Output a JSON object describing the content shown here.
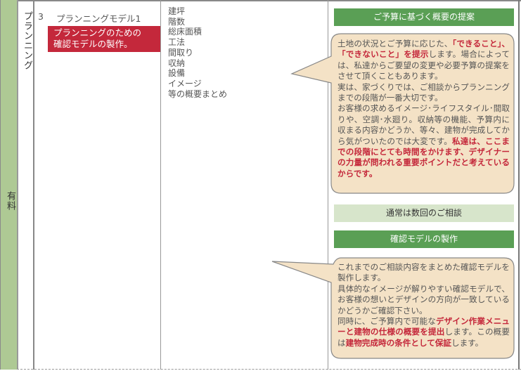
{
  "category": "有料",
  "phase": "プランニング",
  "step": {
    "number": "3",
    "title": "プランニングモデル1",
    "highlight_lines": [
      "プランニングのための",
      "確認モデルの製作。"
    ]
  },
  "items": [
    "建坪",
    "階数",
    "総床面積",
    "工法",
    "間取り",
    "収納",
    "設備",
    "イメージ",
    "等の概要まとめ"
  ],
  "section1": {
    "header": "ご予算に基づく概要の提案",
    "body": [
      {
        "t": "土地の状況とご予算に応じた、"
      },
      {
        "t": "「できること」、「できないこと」を提示",
        "b": true
      },
      {
        "t": "します。場合によっては、私達からご要望の変更や必要予算の提案をさせて頂くこともあります。"
      },
      {
        "br": true
      },
      {
        "t": "実は、家づくりでは、ご相談からプランニングまでの段階が一番大切です。"
      },
      {
        "br": true
      },
      {
        "t": "お客様の求めるイメージ･ライフスタイル･間取りや、空調･水廻り。収納等の機能、予算内に収まる内容かどうか、等々、建物が完成してから気がついたのでは大変です。"
      },
      {
        "t": "私達は、ここまでの段階にとても時間をかけます、デザイナーの力量が問われる重要ポイントだと考えているからです。",
        "b": true
      }
    ]
  },
  "note": "通常は数回のご相談",
  "section2": {
    "header": "確認モデルの製作",
    "body": [
      {
        "t": "これまでのご相談内容をまとめた確認モデルを製作します。"
      },
      {
        "br": true
      },
      {
        "t": "具体的なイメージが解りやすい確認モデルで、お客様の想いとデザインの方向が一致しているかどうかご確認下さい。"
      },
      {
        "br": true
      },
      {
        "t": "同時に、ご予算内で可能な"
      },
      {
        "t": "デザイン作業メニューと建物の仕様の概要を提出",
        "b": true
      },
      {
        "t": "します。この概要は"
      },
      {
        "t": "建物完成時の条件として保証",
        "b": true
      },
      {
        "t": "します。"
      }
    ]
  },
  "colors": {
    "accent_red": "#c4283b",
    "header_green": "#5a9f55",
    "light_green": "#d7e5cb",
    "bubble": "#f4e2c6",
    "side_green": "#aec994"
  }
}
